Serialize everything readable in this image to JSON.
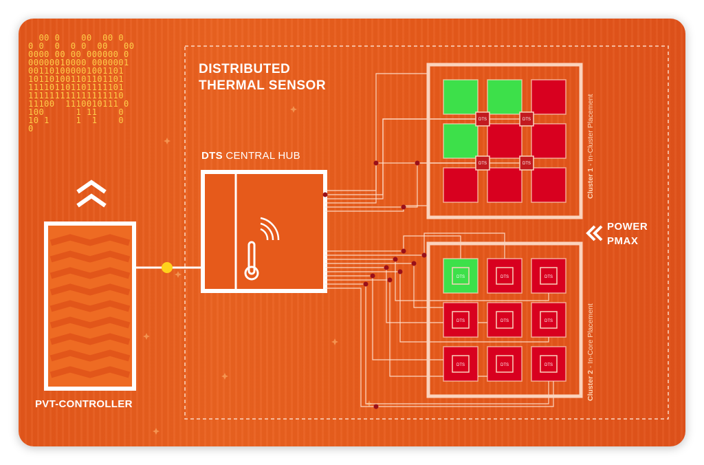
{
  "title_line1": "DISTRIBUTED",
  "title_line2": "THERMAL SENSOR",
  "hub_label_strong": "DTS",
  "hub_label_rest": " CENTRAL HUB",
  "controller_label": "PVT-CONTROLLER",
  "power_line1": "POWER",
  "power_line2": "PMAX",
  "cluster1_strong": "Cluster 1",
  "cluster1_rest": " - In-Cluster Placement",
  "cluster2_strong": "Cluster 2",
  "cluster2_rest": " - In-Core Placement",
  "sensor_tag": "DTS",
  "binary_rows": [
    "  00 0    00  00 0",
    "0 0  0  0 0  00   00",
    "0000 00 00 000000 0",
    "00000010000 0000001",
    "001101000001001101",
    "101101001101101101",
    "111101101101111101",
    "111111111111111110",
    "11100  1110010111 0",
    "100      1 11    0",
    "10 1     1  1    0",
    "0"
  ],
  "colors": {
    "background": "#e65a1b",
    "hot_core": "#d8001f",
    "cool_core": "#3de04a",
    "outline": "#fbd3bd",
    "node": "#9a1019",
    "link_node": "#ffd21c"
  },
  "cluster1_core_states": [
    "cool",
    "cool",
    "hot",
    "cool",
    "hot",
    "hot",
    "hot",
    "hot",
    "hot"
  ],
  "cluster2_core_states": [
    "cool",
    "hot",
    "hot",
    "hot",
    "hot",
    "hot",
    "hot",
    "hot",
    "hot"
  ]
}
